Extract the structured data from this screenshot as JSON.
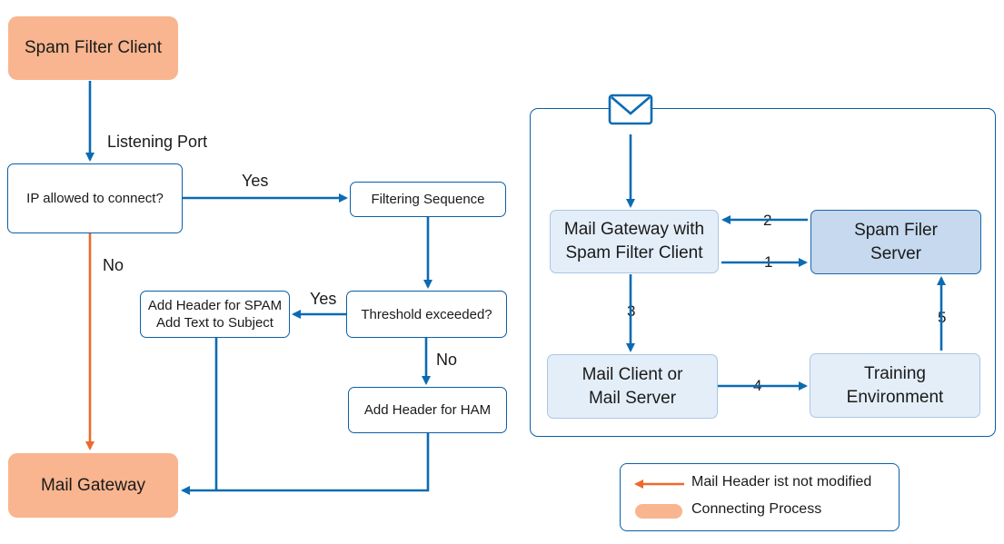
{
  "colors": {
    "flow_blue": "#0a6bb3",
    "not_modified_orange": "#ec6a2c",
    "connecting_process": "#f8b58f",
    "light_box": "#e4eef8",
    "server_box": "#c6d9ef"
  },
  "left_flow": {
    "client": "Spam Filter Client",
    "listening_port": "Listening Port",
    "ip_check": "IP allowed to connect?",
    "yes_label": "Yes",
    "no_label": "No",
    "filtering": "Filtering Sequence",
    "threshold": "Threshold exceeded?",
    "spam_yes": "Yes",
    "spam_lines": [
      "Add Header for SPAM",
      "Add Text to Subject"
    ],
    "ham_no": "No",
    "ham": "Add Header for HAM",
    "gateway": "Mail Gateway"
  },
  "right_flow": {
    "envelope_icon": "envelope-icon",
    "gateway_lines": [
      "Mail Gateway with",
      "Spam Filter Client"
    ],
    "server_lines": [
      "Spam Filer",
      "Server"
    ],
    "client_lines": [
      "Mail Client or",
      "Mail Server"
    ],
    "training_lines": [
      "Training",
      "Environment"
    ],
    "steps": {
      "one": "1",
      "two": "2",
      "three": "3",
      "four": "4",
      "five": "5"
    }
  },
  "legend": {
    "not_modified": "Mail Header ist not modified",
    "connecting": "Connecting Process"
  }
}
